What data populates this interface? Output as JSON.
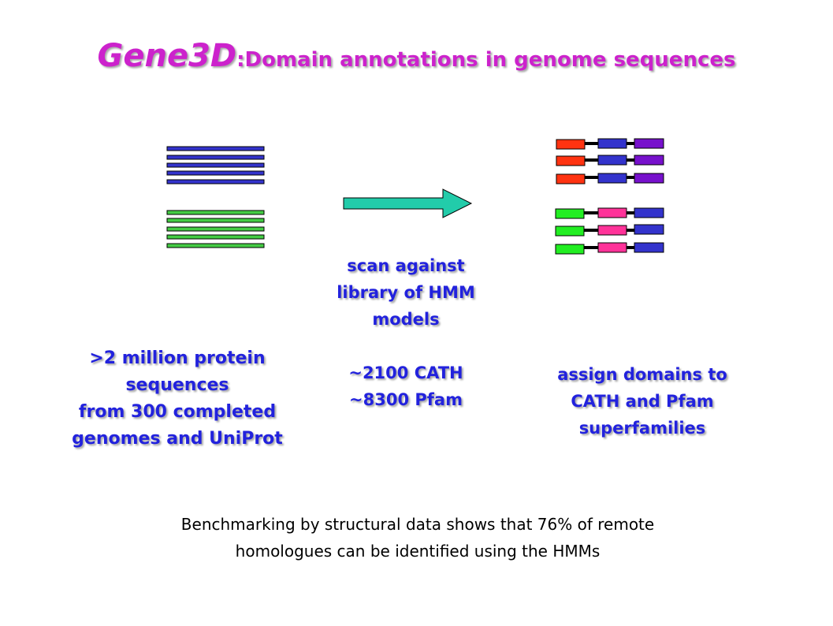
{
  "title": {
    "main": "Gene3D",
    "colon": ":",
    "sub": "Domain annotations in genome sequences"
  },
  "captions": {
    "left": [
      ">2 million protein",
      "sequences",
      "from 300 completed",
      "genomes and UniProt"
    ],
    "middle": [
      "scan against",
      "library of HMM",
      "models",
      "",
      "~2100 CATH",
      "~8300 Pfam"
    ],
    "right": [
      "assign domains to",
      "CATH and Pfam",
      "superfamilies"
    ]
  },
  "footer": [
    "Benchmarking by structural data shows that 76% of remote",
    "homologues can be identified using the HMMs"
  ],
  "colors": {
    "blue": "#3333cc",
    "green": "#44cc44",
    "red": "#ff3311",
    "purple": "#7711cc",
    "pink": "#ff3399",
    "bright_green": "#22ee22",
    "arrow": "#22ccaa",
    "label_blue": "#2222dd",
    "title_magenta": "#cc22cc"
  }
}
